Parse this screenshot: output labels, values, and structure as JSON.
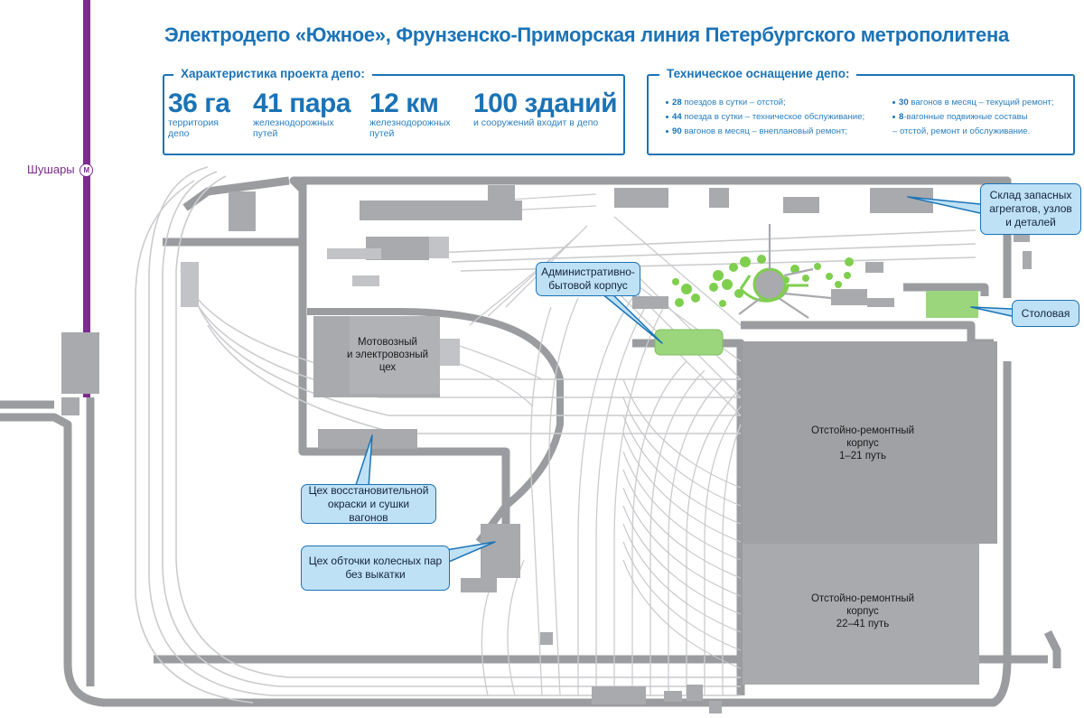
{
  "header": {
    "title": "Электродепо «Южное», Фрунзенско-Приморская линия Петербургского метрополитена"
  },
  "project_panel": {
    "heading": "Характеристика проекта депо:",
    "stats": [
      {
        "value": "36 га",
        "caption": "территория\nдепо"
      },
      {
        "value": "41 пара",
        "caption": "железнодорожных\nпутей"
      },
      {
        "value": "12 км",
        "caption": "железнодорожных\nпутей"
      },
      {
        "value": "100 зданий",
        "caption": "и сооружений входит в депо"
      }
    ]
  },
  "tech_panel": {
    "heading": "Техническое оснащение депо:",
    "left_items": [
      {
        "num": "28",
        "text": " поездов в сутки – отстой;"
      },
      {
        "num": "44",
        "text": " поезда в сутки – техническое обслуживание;"
      },
      {
        "num": "90",
        "text": " вагонов в месяц – внеплановый ремонт;"
      }
    ],
    "right_items": [
      {
        "num": "30",
        "text": " вагонов в месяц – текущий ремонт;"
      },
      {
        "num": "8",
        "text": "-вагонные подвижные составы"
      },
      {
        "num": "",
        "text": "  – отстой, ремонт и обслуживание."
      }
    ]
  },
  "station": {
    "name": "Шушары",
    "icon": "metro-icon",
    "icon_letter": "М",
    "line_color": "#7b2a8f"
  },
  "buildings": {
    "motor_depot": "Мотовозный\nи электровозный\nцех",
    "hall_1": "Отстойно-ремонтный\nкорпус\n1–21 путь",
    "hall_2": "Отстойно-ремонтный\nкорпус\n22–41 путь"
  },
  "callouts": {
    "warehouse": "Склад запасных\nагрегатов, узлов\nи деталей",
    "admin": "Административно-\nбытовой корпус",
    "canteen": "Столовая",
    "paint": "Цех восстановительной\nокраски и сушки вагонов",
    "wheel": "Цех обточки колесных пар\nбез выкатки"
  },
  "colors": {
    "accent": "#1b73b6",
    "road": "#9a9c9f",
    "building": "#a8aaad",
    "green": "#8fd06a",
    "track": "#c9cacc",
    "callout_bg": "#bfe1f6"
  }
}
